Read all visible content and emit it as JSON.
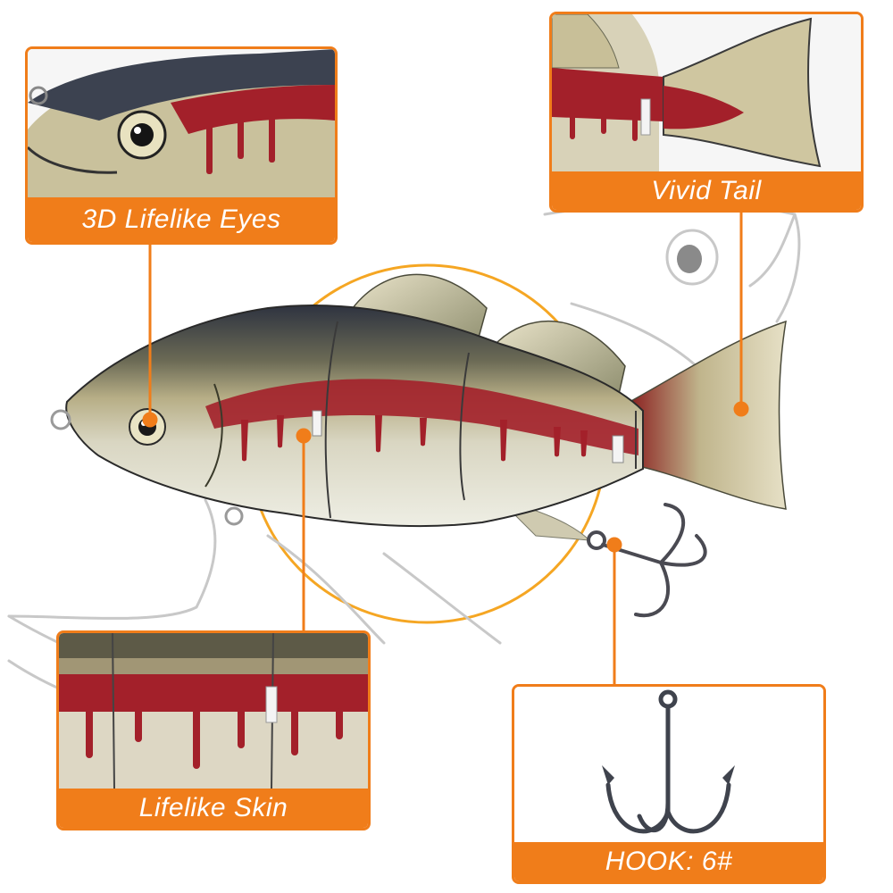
{
  "colors": {
    "accent": "#f07d1a",
    "label_text": "#ffffff",
    "outline": "#c4c4c4"
  },
  "callouts": {
    "eyes": {
      "label": "3D Lifelike Eyes"
    },
    "tail": {
      "label": "Vivid Tail"
    },
    "skin": {
      "label": "Lifelike Skin"
    },
    "hook": {
      "label": "HOOK: 6#"
    }
  }
}
